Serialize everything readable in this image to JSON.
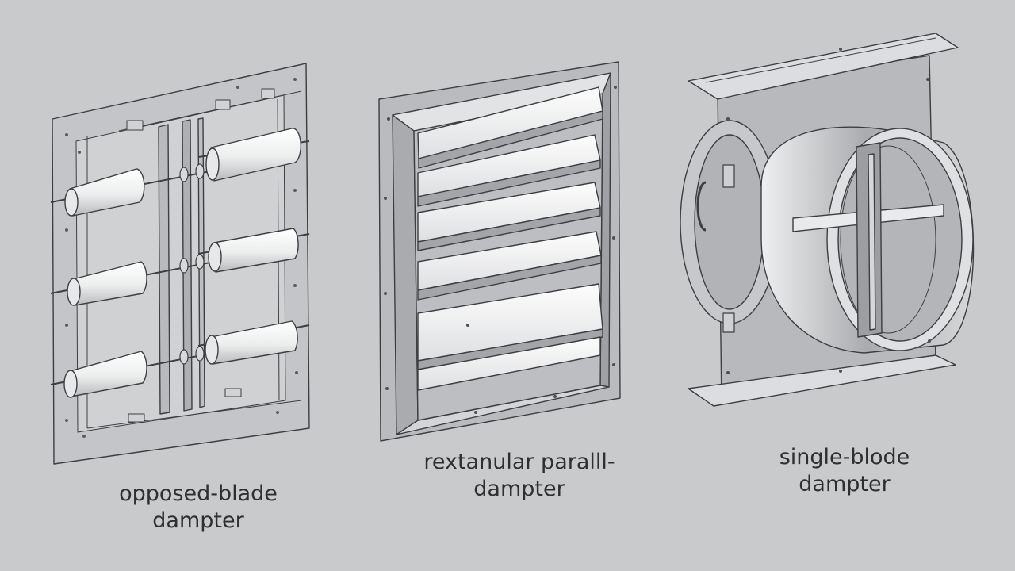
{
  "captions": {
    "opposed_line1": "opposed-blade",
    "opposed_line2": "dampter",
    "parallel_line1": "rextanular paralll-",
    "parallel_line2": "dampter",
    "single_line1": "single-blode",
    "single_line2": "dampter"
  },
  "colors": {
    "background": "#c9cacc",
    "frame": "#b4b6b9",
    "blade": "#f3f4f5",
    "stroke": "#3c3e42"
  }
}
